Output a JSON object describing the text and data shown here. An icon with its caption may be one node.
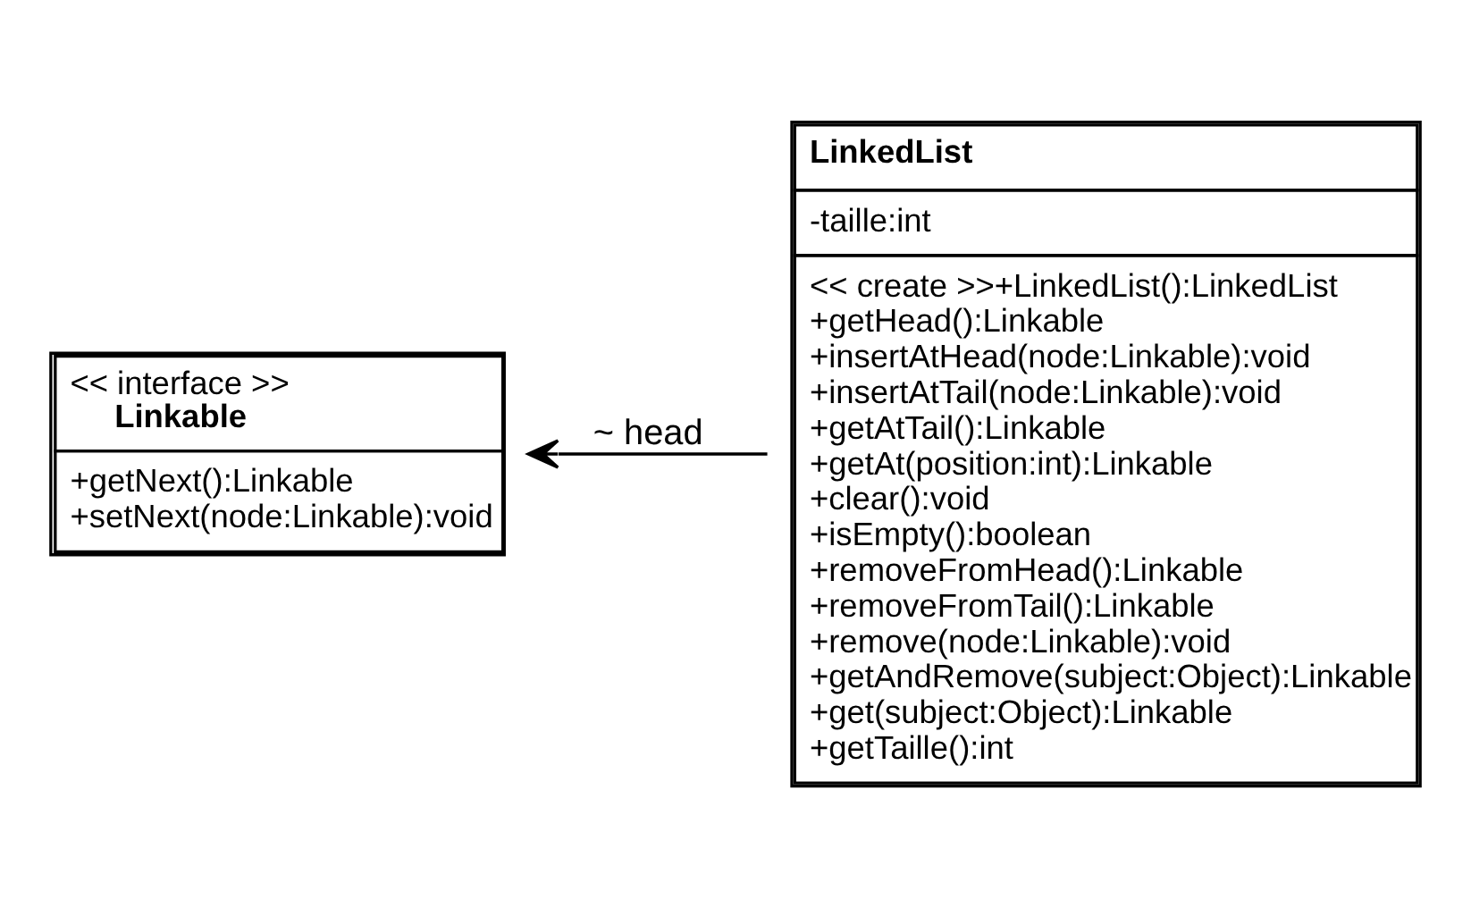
{
  "diagram": {
    "nodes": [
      {
        "text": [
          "<< interface >>",
          "Linkable",
          "+getNext():Linkable",
          "+setNext(node:Linkable):void"
        ]
      },
      {
        "text": [
          "LinkedList",
          "-taille:int",
          "<< create >>+LinkedList():LinkedList",
          "+getHead():Linkable",
          "+insertAtHead(node:Linkable):void",
          "+insertAtTail(node:Linkable):void",
          "+getAtTail():Linkable",
          "+getAt(position:int):Linkable",
          "+clear():void",
          "+isEmpty():boolean",
          "+removeFromHead():Linkable",
          "+removeFromTail():Linkable",
          "+remove(node:Linkable):void",
          "+getAndRemove(subject:Object):Linkable",
          "+get(subject:Object):Linkable",
          "+getTaille():int"
        ]
      }
    ],
    "edges": [
      {
        "from": 1,
        "to": 0,
        "arrow": "to",
        "label": "~ head"
      }
    ]
  }
}
